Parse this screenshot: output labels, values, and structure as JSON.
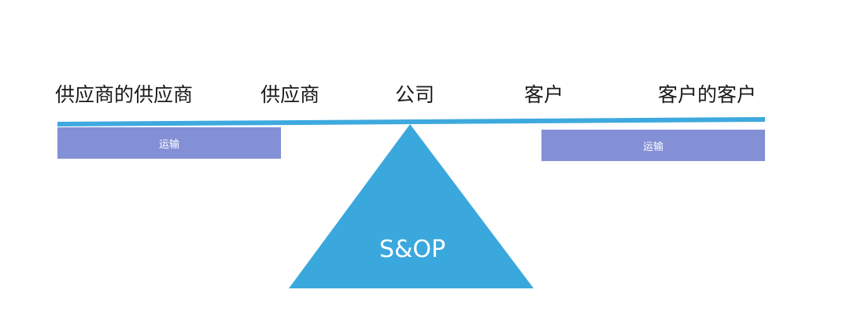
{
  "labels": [
    "供应商的供应商",
    "供应商",
    "公司",
    "客户",
    "客户的客户"
  ],
  "transport_left": "运输",
  "transport_right": "运输",
  "center_label": "S&OP",
  "colors": {
    "beam": "#3ea9de",
    "triangle": "#3aa8dd",
    "box": "#8490d6",
    "text": "#1a1a1a"
  }
}
